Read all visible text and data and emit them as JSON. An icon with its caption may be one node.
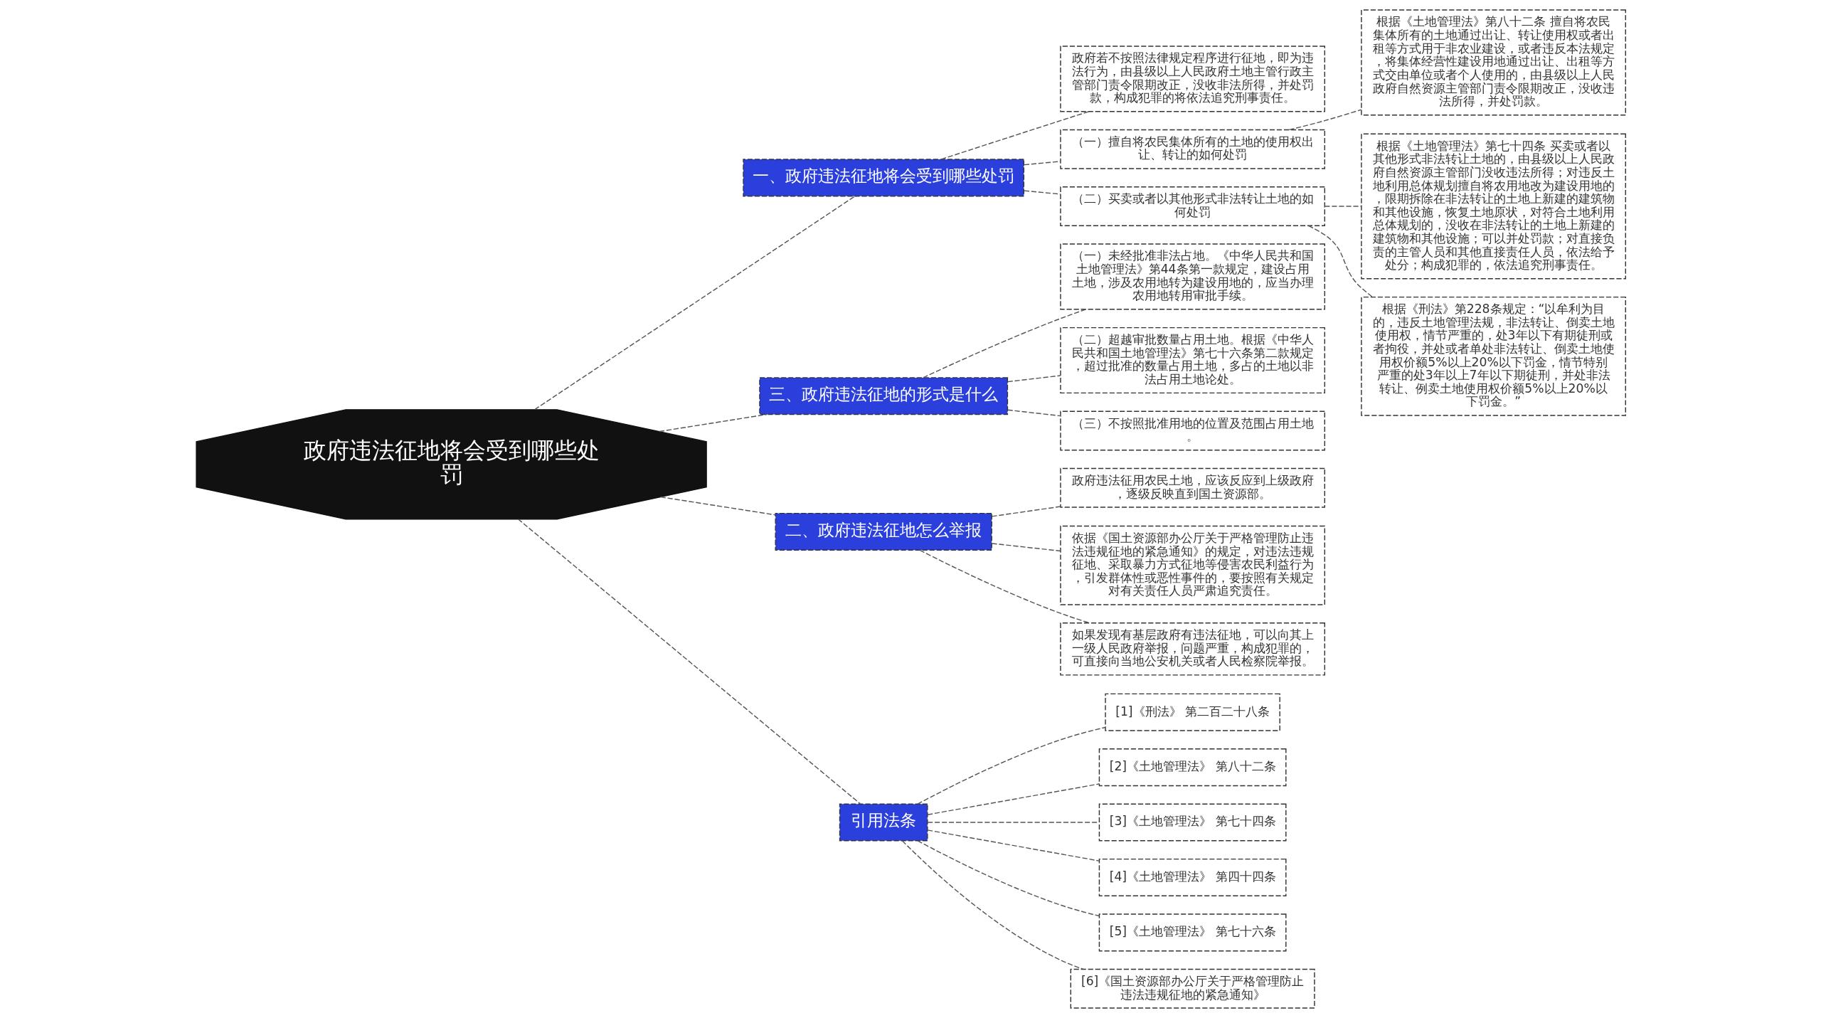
{
  "diagram": {
    "nodes": [
      {
        "text": [
          "政府违法征地将会受到哪些处罚"
        ]
      },
      {
        "text": [
          "一、政府违法征地将会受到哪些处罚"
        ]
      },
      {
        "text": [
          "政府若不按照法律规定程序进行征地，即为违法行为，由县级以上人民政府土地主管行政主管部门责令限期改正，没收非法所得，并处罚款，构成犯罪的将依法追究刑事责任。"
        ]
      },
      {
        "text": [
          "（一）擅自将农民集体所有的土地的使用权出让、转让的如何处罚"
        ]
      },
      {
        "text": [
          "根据《土地管理法》第八十二条 擅自将农民集体所有的土地通过出让、转让使用权或者出租等方式用于非农业建设，或者违反本法规定，将集体经营性建设用地通过出让、出租等方式交由单位或者个人使用的，由县级以上人民政府自然资源主管部门责令限期改正，没收违法所得，并处罚款。"
        ]
      },
      {
        "text": [
          "（二）买卖或者以其他形式非法转让土地的如何处罚"
        ]
      },
      {
        "text": [
          "根据《土地管理法》第七十四条 买卖或者以其他形式非法转让土地的，由县级以上人民政府自然资源主管部门没收违法所得；对违反土地利用总体规划擅自将农用地改为建设用地的，限期拆除在非法转让的土地上新建的建筑物和其他设施，恢复土地原状，对符合土地利用总体规划的，没收在非法转让的土地上新建的建筑物和其他设施；可以并处罚款；对直接负责的主管人员和其他直接责任人员，依法给予处分；构成犯罪的，依法追究刑事责任。"
        ]
      },
      {
        "text": [
          "根据《刑法》第228条规定：“以牟利为目的，违反土地管理法规，非法转让、倒卖土地使用权，情节严重的，处3年以下有期徒刑或者拘役，并处或者单处非法转让、倒卖土地使用权价额5%以上20%以下罚金，情节特别严重的处3年以上7年以下期徒刑，并处非法转让、例卖土地使用权价额5%以上20%以下罚金。”"
        ]
      },
      {
        "text": [
          "三、政府违法征地的形式是什么"
        ]
      },
      {
        "text": [
          "（一）未经批准非法占地。《中华人民共和国土地管理法》第44条第一款规定，建设占用土地，涉及农用地转为建设用地的，应当办理农用地转用审批手续。"
        ]
      },
      {
        "text": [
          "（二）超越审批数量占用土地。根据《中华人民共和国土地管理法》第七十六条第二款规定，超过批准的数量占用土地，多占的土地以非法占用土地论处。"
        ]
      },
      {
        "text": [
          "（三）不按照批准用地的位置及范围占用土地。"
        ]
      },
      {
        "text": [
          "二、政府违法征地怎么举报"
        ]
      },
      {
        "text": [
          "政府违法征用农民土地，应该反应到上级政府，逐级反映直到国土资源部。"
        ]
      },
      {
        "text": [
          "依据《国土资源部办公厅关于严格管理防止违法违规征地的紧急通知》的规定，对违法违规征地、采取暴力方式征地等侵害农民利益行为，引发群体性或恶性事件的，要按照有关规定对有关责任人员严肃追究责任。"
        ]
      },
      {
        "text": [
          "如果发现有基层政府有违法征地，可以向其上一级人民政府举报，问题严重，构成犯罪的，可直接向当地公安机关或者人民检察院举报。"
        ]
      },
      {
        "text": [
          "引用法条"
        ]
      },
      {
        "text": [
          "[1]《刑法》 第二百二十八条"
        ]
      },
      {
        "text": [
          "[2]《土地管理法》 第八十二条"
        ]
      },
      {
        "text": [
          "[3]《土地管理法》 第七十四条"
        ]
      },
      {
        "text": [
          "[4]《土地管理法》 第四十四条"
        ]
      },
      {
        "text": [
          "[5]《土地管理法》 第七十六条"
        ]
      },
      {
        "text": [
          "[6]《国土资源部办公厅关于严格管理防止违法违规征地的紧急通知》"
        ]
      }
    ],
    "edges": [
      {
        "from": 0,
        "to": 1,
        "arrow": "none",
        "style": "dashed"
      },
      {
        "from": 1,
        "to": 2,
        "arrow": "none",
        "style": "dashed"
      },
      {
        "from": 1,
        "to": 3,
        "arrow": "none",
        "style": "dashed"
      },
      {
        "from": 3,
        "to": 4,
        "arrow": "none",
        "style": "dashed"
      },
      {
        "from": 1,
        "to": 5,
        "arrow": "none",
        "style": "dashed"
      },
      {
        "from": 5,
        "to": 6,
        "arrow": "none",
        "style": "dashed"
      },
      {
        "from": 5,
        "to": 7,
        "arrow": "none",
        "style": "dashed"
      },
      {
        "from": 0,
        "to": 8,
        "arrow": "none",
        "style": "dashed"
      },
      {
        "from": 8,
        "to": 9,
        "arrow": "none",
        "style": "dashed"
      },
      {
        "from": 8,
        "to": 10,
        "arrow": "none",
        "style": "dashed"
      },
      {
        "from": 8,
        "to": 11,
        "arrow": "none",
        "style": "dashed"
      },
      {
        "from": 0,
        "to": 12,
        "arrow": "none",
        "style": "dashed"
      },
      {
        "from": 12,
        "to": 13,
        "arrow": "none",
        "style": "dashed"
      },
      {
        "from": 12,
        "to": 14,
        "arrow": "none",
        "style": "dashed"
      },
      {
        "from": 12,
        "to": 15,
        "arrow": "none",
        "style": "dashed"
      },
      {
        "from": 0,
        "to": 16,
        "arrow": "none",
        "style": "dashed"
      },
      {
        "from": 16,
        "to": 17,
        "arrow": "none",
        "style": "dashed"
      },
      {
        "from": 16,
        "to": 18,
        "arrow": "none",
        "style": "dashed"
      },
      {
        "from": 16,
        "to": 19,
        "arrow": "none",
        "style": "dashed"
      },
      {
        "from": 16,
        "to": 20,
        "arrow": "none",
        "style": "dashed"
      },
      {
        "from": 16,
        "to": 21,
        "arrow": "none",
        "style": "dashed"
      },
      {
        "from": 16,
        "to": 22,
        "arrow": "none",
        "style": "dashed"
      }
    ]
  }
}
